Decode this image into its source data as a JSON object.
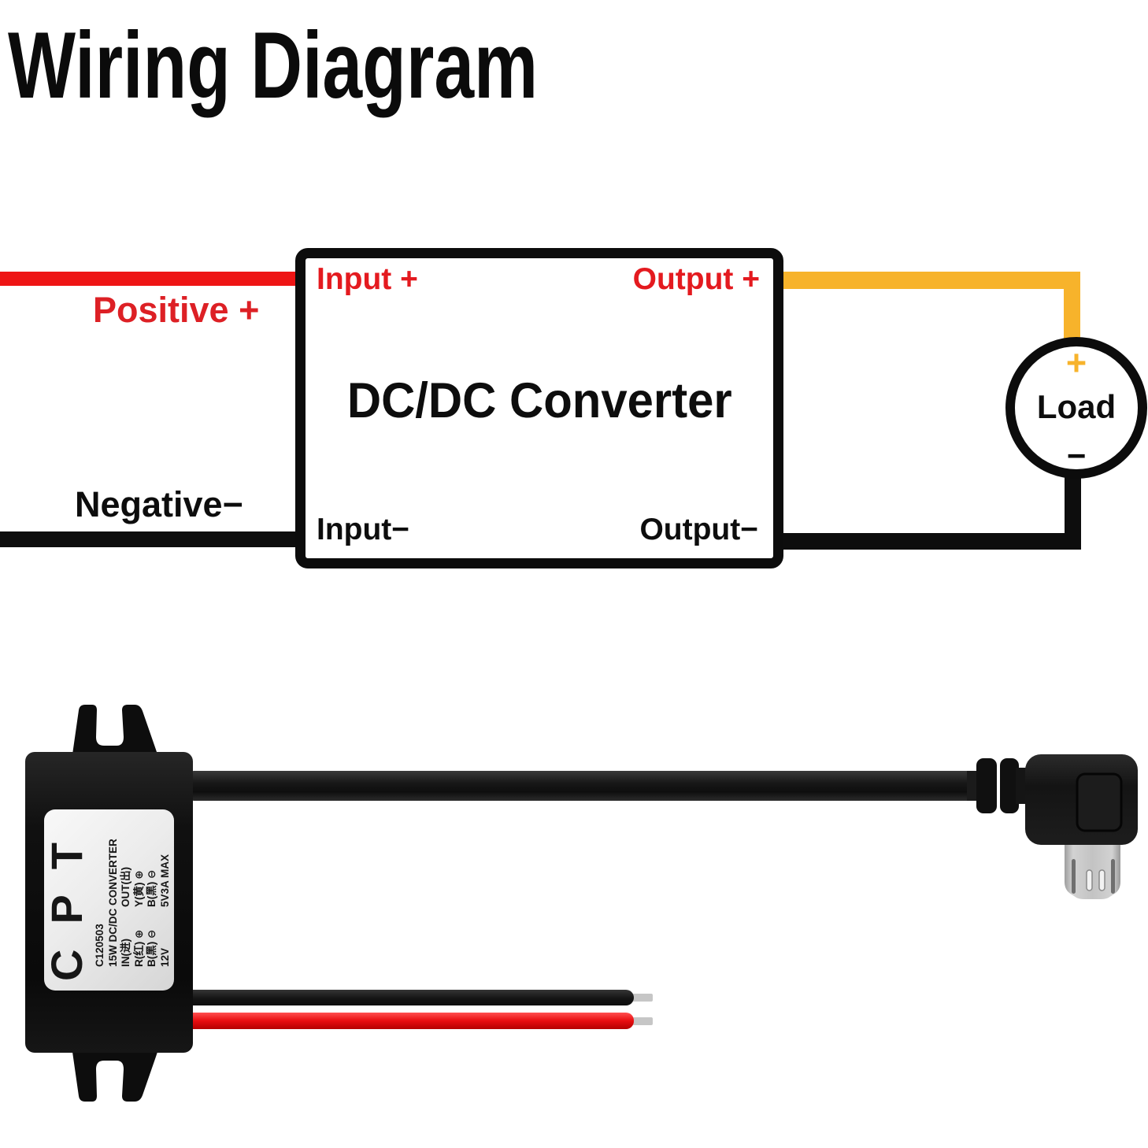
{
  "title": "Wiring Diagram",
  "diagram": {
    "converter": {
      "title": "DC/DC Converter",
      "input_positive": "Input +",
      "output_positive": "Output +",
      "input_negative": "Input−",
      "output_negative": "Output−"
    },
    "source": {
      "positive": "Positive +",
      "negative": "Negative−"
    },
    "load": {
      "label": "Load",
      "positive_mark": "+",
      "negative_mark": "−"
    },
    "colors": {
      "positive_wire": "#ee1414",
      "negative_wire": "#0d0d0d",
      "output_positive_wire": "#f7b32b",
      "red_label": "#e41a1f"
    }
  },
  "product": {
    "label": {
      "brand": "CPT",
      "model": "C120503",
      "name": "15W DC/DC CONVERTER",
      "rows": [
        {
          "left": "IN(进)",
          "right": "OUT(出)"
        },
        {
          "left": "R(红) ⊕",
          "right": "Y(黄) ⊕"
        },
        {
          "left": "B(黑) ⊖",
          "right": "B(黑) ⊖"
        },
        {
          "left": "12V",
          "right": "5V3A MAX"
        }
      ]
    },
    "colors": {
      "module_body": "#141414",
      "label_background": "#ededed",
      "output_cable": "#1a1a1a",
      "input_wire_red": "#e8191c",
      "input_wire_black": "#1a1a1a",
      "connector_metal": "#c3c3c3"
    }
  }
}
